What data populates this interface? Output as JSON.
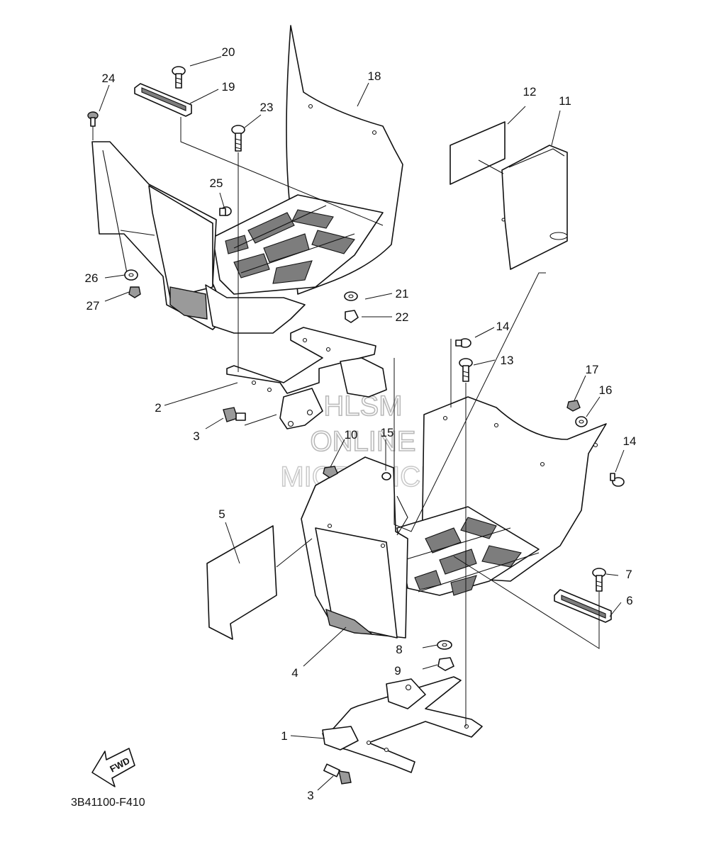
{
  "diagram_code": "3B41100-F410",
  "fwd_label": "FWD",
  "watermark": {
    "line1": "HLSM",
    "line2": "ONLINE",
    "line3": "MICROFICHE"
  },
  "callouts": {
    "c1": "1",
    "c2": "2",
    "c3a": "3",
    "c3b": "3",
    "c4": "4",
    "c5": "5",
    "c6": "6",
    "c7": "7",
    "c8": "8",
    "c9": "9",
    "c10": "10",
    "c11": "11",
    "c12": "12",
    "c13": "13",
    "c14a": "14",
    "c14b": "14",
    "c15": "15",
    "c16": "16",
    "c17": "17",
    "c18": "18",
    "c19": "19",
    "c20": "20",
    "c21": "21",
    "c22": "22",
    "c23": "23",
    "c24": "24",
    "c25": "25",
    "c26": "26",
    "c27": "27"
  }
}
